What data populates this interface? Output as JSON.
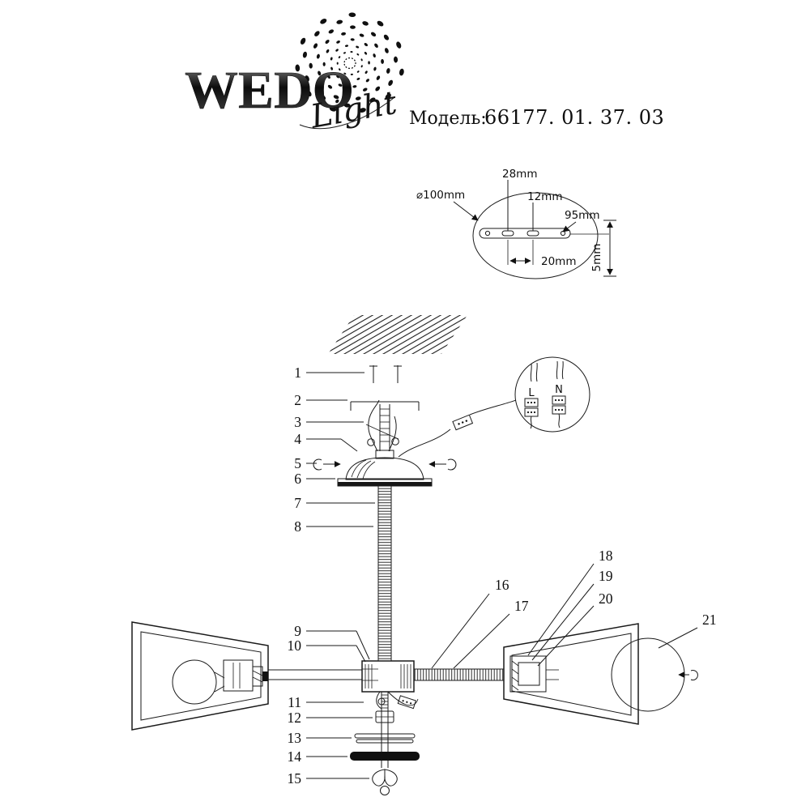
{
  "brand": {
    "name": "WEDO",
    "script": "Light",
    "model_label": "Модель:",
    "model_value": "66177. 01. 37. 03"
  },
  "mount_detail": {
    "dia": "⌀100mm",
    "d28": "28mm",
    "d12": "12mm",
    "d95": "95mm",
    "d20": "20mm",
    "d5": "5mm"
  },
  "wiring_detail": {
    "live": "L",
    "neutral": "N"
  },
  "callouts": [
    "1",
    "2",
    "3",
    "4",
    "5",
    "6",
    "7",
    "8",
    "9",
    "10",
    "11",
    "12",
    "13",
    "14",
    "15",
    "16",
    "17",
    "18",
    "19",
    "20",
    "21"
  ]
}
